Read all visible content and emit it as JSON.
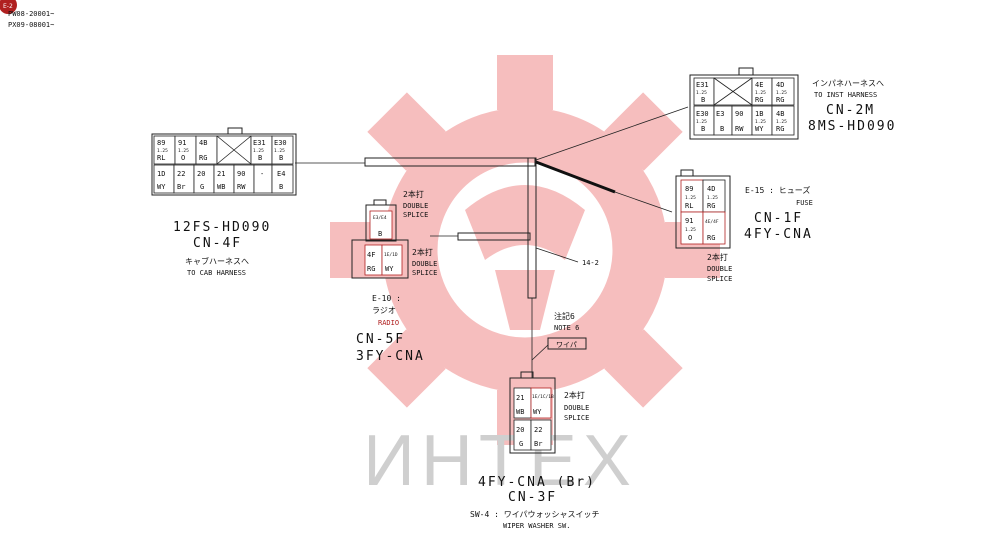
{
  "header": {
    "badge": "E-2",
    "line1": "PW08-20001~",
    "line2": "PX09-08001~"
  },
  "watermark": {
    "text": "ИНТЕХ",
    "gear_color": "#f3b6b6",
    "text_color": "#cfcfcf"
  },
  "connectors": {
    "cn4f": {
      "model": "12FS-HD090",
      "code": "CN-4F",
      "desc_jp": "キャブハーネスへ",
      "desc_en": "TO CAB HARNESS",
      "top_row": [
        {
          "a": "89",
          "b": "1.25",
          "c": "RL"
        },
        {
          "a": "91",
          "b": "1.25",
          "c": "O"
        },
        {
          "a": "4B",
          "b": "",
          "c": "RG"
        },
        {
          "a": "",
          "b": "",
          "c": ""
        },
        {
          "a": "E31",
          "b": "1.25",
          "c": "B"
        },
        {
          "a": "E30",
          "b": "1.25",
          "c": "B"
        }
      ],
      "bottom_row": [
        {
          "a": "1D",
          "c": "WY"
        },
        {
          "a": "22",
          "c": "Br"
        },
        {
          "a": "20",
          "c": "G"
        },
        {
          "a": "21",
          "c": "WB"
        },
        {
          "a": "90",
          "c": "RW"
        },
        {
          "a": "-",
          "c": ""
        },
        {
          "a": "E4",
          "c": "B"
        }
      ]
    },
    "cn5f": {
      "splice_label": "2本打",
      "splice_en_1": "DOUBLE",
      "splice_en_2": "SPLICE",
      "splice2_label": "2本打",
      "splice2_en_1": "DOUBLE",
      "splice2_en_2": "SPLICE",
      "top_cell": {
        "a": "E3/E4",
        "c": "B"
      },
      "left_cell": {
        "a": "4F",
        "c": "RG"
      },
      "right_cell": {
        "a": "1E/1D",
        "c": "WY"
      },
      "ref": "E-10 :",
      "name_jp": "ラジオ",
      "name_en": "RADIO",
      "code": "CN-5F",
      "model": "3FY-CNA"
    },
    "cn2m": {
      "desc_jp": "インパネハーネスへ",
      "desc_en": "TO INST HARNESS",
      "code": "CN-2M",
      "model": "8MS-HD090",
      "top_row": [
        {
          "a": "E31",
          "b": "1.25",
          "c": "B"
        },
        {
          "a": "",
          "b": "",
          "c": ""
        },
        {
          "a": "4E",
          "b": "1.25",
          "c": "RG"
        },
        {
          "a": "4D",
          "b": "1.25",
          "c": "RG"
        }
      ],
      "bottom_row": [
        {
          "a": "E30",
          "b": "1.25",
          "c": "B"
        },
        {
          "a": "E3",
          "c": "B"
        },
        {
          "a": "90",
          "c": "RW"
        },
        {
          "a": "1B",
          "b": "1.25",
          "c": "WY"
        },
        {
          "a": "4B",
          "b": "1.25",
          "c": "RG"
        }
      ]
    },
    "cn1f": {
      "ref": "E-15 : ヒューズ",
      "name_en": "FUSE",
      "code": "CN-1F",
      "model": "4FY-CNA",
      "splice_label": "2本打",
      "splice_en_1": "DOUBLE",
      "splice_en_2": "SPLICE",
      "cells": [
        {
          "a": "89",
          "b": "1.25",
          "c": "RL"
        },
        {
          "a": "4D",
          "b": "1.25",
          "c": "RG"
        },
        {
          "a": "91",
          "b": "1.25",
          "c": "O"
        },
        {
          "a": "4E/4F",
          "b": "",
          "c": "RG"
        }
      ]
    },
    "cn3f": {
      "splice_label": "2本打",
      "splice_en_1": "DOUBLE",
      "splice_en_2": "SPLICE",
      "cells": [
        {
          "a": "21",
          "c": "WB"
        },
        {
          "a": "1E/1C/1B",
          "c": "WY"
        },
        {
          "a": "20",
          "c": "G"
        },
        {
          "a": "22",
          "c": "Br"
        }
      ],
      "model": "4FY-CNA (Br)",
      "code": "CN-3F",
      "ref_jp": "SW-4 : ワイパウォッシャスイッチ",
      "ref_en": "WIPER WASHER SW."
    }
  },
  "notes": {
    "note_jp": "注記6",
    "note_en": "NOTE 6",
    "wiper_tag": "ワイパ",
    "branch_label": "14-2"
  }
}
